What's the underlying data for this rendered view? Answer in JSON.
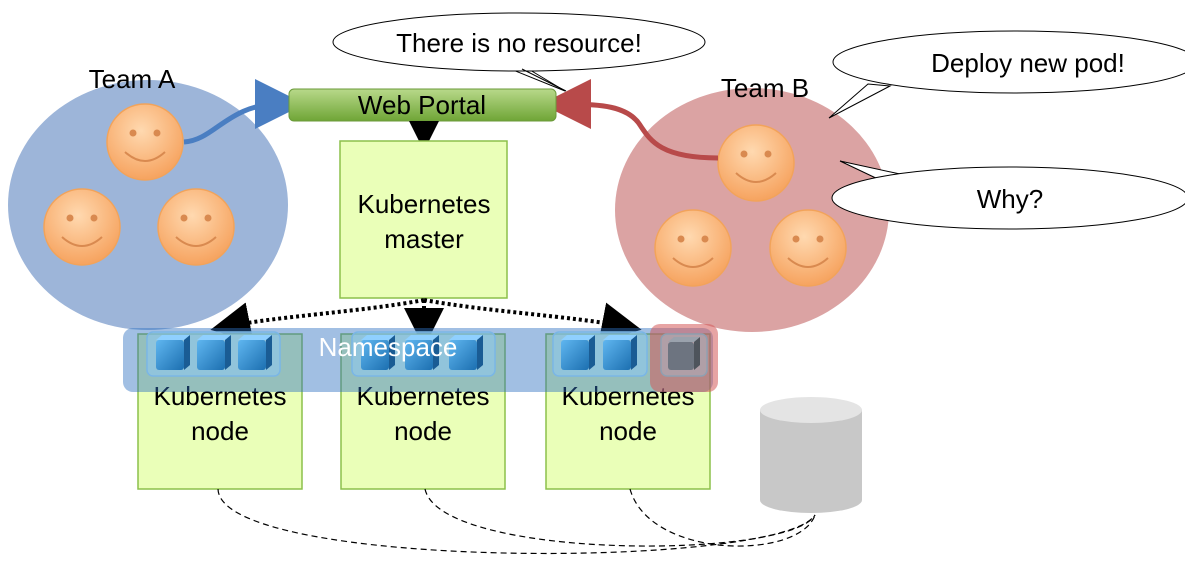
{
  "teams": {
    "a": {
      "label": "Team A",
      "color": "#9db5d9"
    },
    "b": {
      "label": "Team B",
      "color": "#dba3a3"
    }
  },
  "portal": {
    "label": "Web Portal"
  },
  "master": {
    "line1": "Kubernetes",
    "line2": "master"
  },
  "namespace": {
    "label": "Namespace"
  },
  "nodes": [
    {
      "line1": "Kubernetes",
      "line2": "node"
    },
    {
      "line1": "Kubernetes",
      "line2": "node"
    },
    {
      "line1": "Kubernetes",
      "line2": "node"
    }
  ],
  "callouts": {
    "no_resource": "There is no resource!",
    "deploy": "Deploy new pod!",
    "why": "Why?"
  },
  "colors": {
    "box_fill": "#eaffb8",
    "box_stroke": "#8cc04a",
    "face": "#f9b070",
    "pod": "#2e8fd6",
    "storage": "#c8c8c8"
  }
}
